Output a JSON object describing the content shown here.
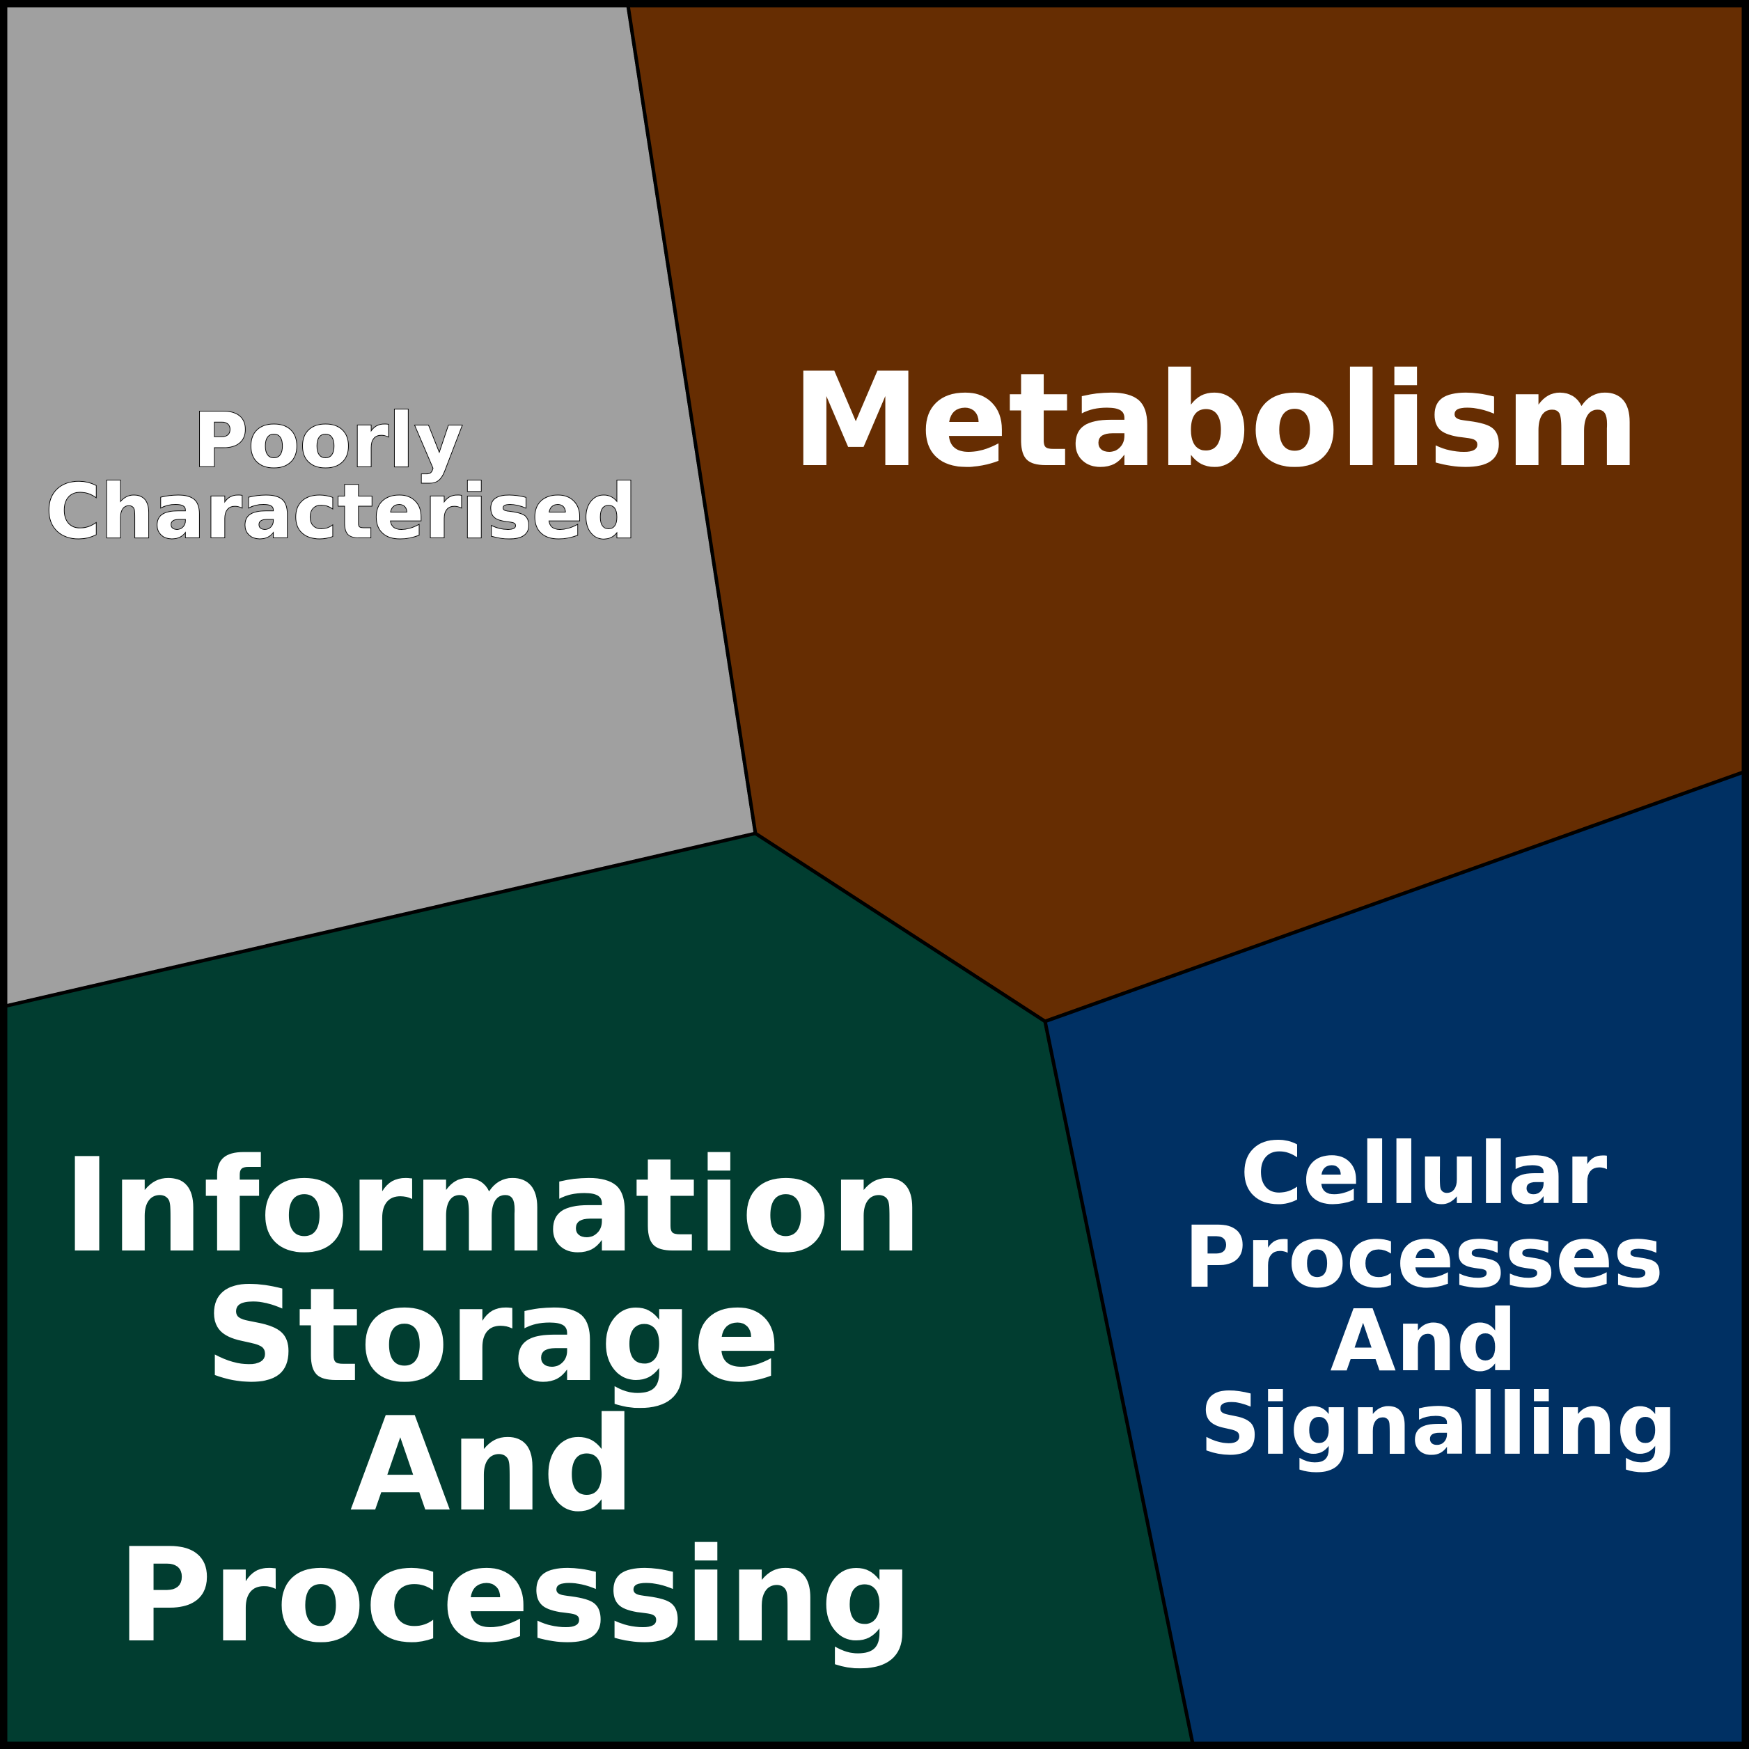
{
  "title": "Voronoi treemap of functional categories",
  "cells": [
    {
      "id": "poorly",
      "lines": [
        "Poorly",
        "Characterised"
      ],
      "color": "#a0a0a0"
    },
    {
      "id": "metabolism",
      "lines": [
        "Metabolism"
      ],
      "color": "#662d02"
    },
    {
      "id": "information",
      "lines": [
        "Information",
        "Storage",
        "And",
        "Processing"
      ],
      "color": "#013d30"
    },
    {
      "id": "cellular",
      "lines": [
        "Cellular",
        "Processes",
        "And",
        "Signalling"
      ],
      "color": "#003063"
    }
  ]
}
